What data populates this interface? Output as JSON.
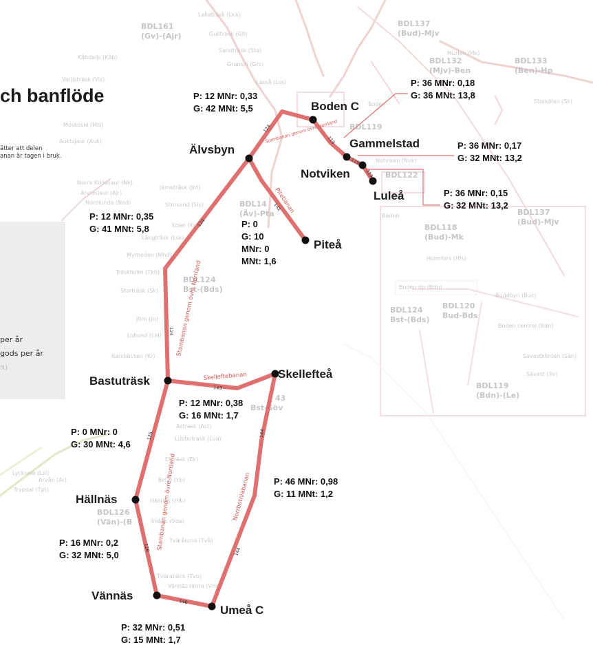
{
  "header": {
    "title_fragment": "ch banflöde",
    "intro_line1": "ätter att delen",
    "intro_line2": "anan är tagen i bruk."
  },
  "legend": {
    "line1": "per år",
    "line2": "gods per år",
    "line3": "n)"
  },
  "colors": {
    "route": "#e07070",
    "node": "#111111",
    "callout_line": "#e07070",
    "legend_bg": "#ededed"
  },
  "background_map": {
    "district_labels": [
      "BDL161",
      "(Gv)-(Ajr)",
      "BDL137",
      "(Bud)-Mjv",
      "BDL132",
      "(Mjv)-Ben",
      "BDL133",
      "(Ben)-Hp",
      "BDL119",
      "BDL122",
      "BDL137",
      "(Bud)-Mjv",
      "BDL118",
      "(Bud)-Mk",
      "BDL124",
      "Bst-(Bds)",
      "BDL120",
      "Bud-Bds",
      "BDL119",
      "(Bdn)-(Le)",
      "BDL124",
      "Bst-(Bds)",
      "BDL14",
      "(Äv)-Pta",
      "BDL126",
      "(Vän)-(B",
      "43",
      "Bst-Söv"
    ],
    "place_names": [
      "Lakaträsk (Lkä)",
      "Gullträsk (Gll)",
      "Sandträsk (Sta)",
      "Gransjö (Grs)",
      "Kåbdalis (Kåb)",
      "Varjisträsk (Vis)",
      "Moskosel (Msl)",
      "Auktsjaur (Auk)",
      "Norra Kikkejaur (Nk)",
      "Arvidsjaur (Ajr)",
      "Nordlunda (Nod)",
      "Jämetråsk (Jnt)",
      "Storsand (Sls)",
      "Koler (Kr)",
      "Lângträsk (Lsk)",
      "Myrheden (Mhd)",
      "Träskholm (Tkh)",
      "Storträsk (Sk)",
      "Jörn (Jn)",
      "Lidlund (Lid)",
      "Karsbäcken (Kr)",
      "Boden dp (Bdn)",
      "Holmfors (Hfs)",
      "Buddbyn (Buc)",
      "Boden central (Bdn)",
      "Sävastklinten (Sän)",
      "Sävast (Sv)",
      "Notviken (Nvk)",
      "Lasså (Lss)",
      "Boden",
      "Boden",
      "Ástrask (Ast)",
      "Lubbotrask (Lua)",
      "Ekträsk (Ek)",
      "Brsjö (Yb)",
      "Hällnäs (Hlb)",
      "Indals (Vda)",
      "Tvärålund (Två)",
      "Tvärabäck (Tvb)",
      "Vännäs norra (Vnn)",
      "Lycksele (Lsl)",
      "Arvån (Ar)",
      "Trypdal (Tpt)",
      "Storkölen (Sk)",
      "Murjek (Mk)"
    ]
  },
  "route_map": {
    "stations": [
      {
        "key": "boden",
        "name": "Boden C"
      },
      {
        "key": "gammelstad",
        "name": "Gammelstad"
      },
      {
        "key": "notviken",
        "name": "Notviken"
      },
      {
        "key": "lulea",
        "name": "Luleå"
      },
      {
        "key": "alvsbyn",
        "name": "Älvsbyn"
      },
      {
        "key": "pitea",
        "name": "Piteå"
      },
      {
        "key": "bastutrask",
        "name": "Bastuträsk"
      },
      {
        "key": "skelleftea",
        "name": "Skellefteå"
      },
      {
        "key": "hallnas",
        "name": "Hällnäs"
      },
      {
        "key": "vannas",
        "name": "Vännäs"
      },
      {
        "key": "umea",
        "name": "Umeå C"
      }
    ],
    "line_names": [
      {
        "key": "stambanan_north",
        "text": "Stambanan genom övre Norrland"
      },
      {
        "key": "stambanan_mid",
        "text": "Stambanan genom övre Norrland"
      },
      {
        "key": "stambanan_south",
        "text": "Stambanan genom övre Norrland"
      },
      {
        "key": "pitebanan",
        "text": "Pitebanan"
      },
      {
        "key": "skelleftebanan",
        "text": "Skelleftebanan"
      },
      {
        "key": "norrbotniabanan",
        "text": "Norrbotniabanan"
      }
    ],
    "track_numbers": [
      {
        "key": "t_boden_alvsbyn",
        "text": "124"
      },
      {
        "key": "t_boden_gammel",
        "text": "119"
      },
      {
        "key": "t_gammel_notviken",
        "text": "119"
      },
      {
        "key": "t_notviken_lulea",
        "text": "119"
      },
      {
        "key": "t_pitebanan",
        "text": "141"
      },
      {
        "key": "t_alvs_bast_upper",
        "text": "124"
      },
      {
        "key": "t_alvs_bast_lower",
        "text": "124"
      },
      {
        "key": "t_skelleftebanan",
        "text": "143"
      },
      {
        "key": "t_norrbotnia_upper",
        "text": "144"
      },
      {
        "key": "t_norrbotnia_lower",
        "text": "144"
      },
      {
        "key": "t_bast_hallnas",
        "text": "126"
      },
      {
        "key": "t_hallnas_vannas",
        "text": "126"
      },
      {
        "key": "t_vannas_umea",
        "text": "146"
      }
    ],
    "flow_stats": [
      {
        "key": "boden_alvsbyn",
        "l1": "P: 12   MNr: 0,33",
        "l2": "G: 42   MNt: 5,5"
      },
      {
        "key": "boden_gammelstad",
        "l1": "P: 36  MNr: 0,18",
        "l2": "G: 36  MNt: 13,8"
      },
      {
        "key": "gammelstad_notviken",
        "l1": "P: 36   MNr: 0,17",
        "l2": "G: 32   MNt: 13,2"
      },
      {
        "key": "notviken_lulea",
        "l1": "P: 36   MNr: 0,15",
        "l2": "G: 32   MNt: 13,2"
      },
      {
        "key": "alvsbyn_bastutrask",
        "l1": "P: 12   MNr: 0,35",
        "l2": "G: 41   MNt: 5,8"
      },
      {
        "key": "pitebanan_p",
        "l1": "P: 0",
        "l2": "G: 10"
      },
      {
        "key": "pitebanan_m",
        "l1": "MNr: 0",
        "l2": "MNt: 1,6"
      },
      {
        "key": "skelleftebanan",
        "l1": "P: 12   MNr: 0,38",
        "l2": "G: 16  MNt: 1,7"
      },
      {
        "key": "bastutrask_hallnas",
        "l1": "P: 0      MNr: 0",
        "l2": "G: 30  MNt: 4,6"
      },
      {
        "key": "norrbotniabanan",
        "l1": "P: 46   MNr: 0,98",
        "l2": "G: 11    MNt: 1,2"
      },
      {
        "key": "hallnas_vannas",
        "l1": "P: 16   MNr: 0,2",
        "l2": "G: 32  MNt: 5,0"
      },
      {
        "key": "vannas_umea",
        "l1": "P: 32  MNr: 0,51",
        "l2": "G: 15   MNt: 1,7"
      }
    ]
  }
}
